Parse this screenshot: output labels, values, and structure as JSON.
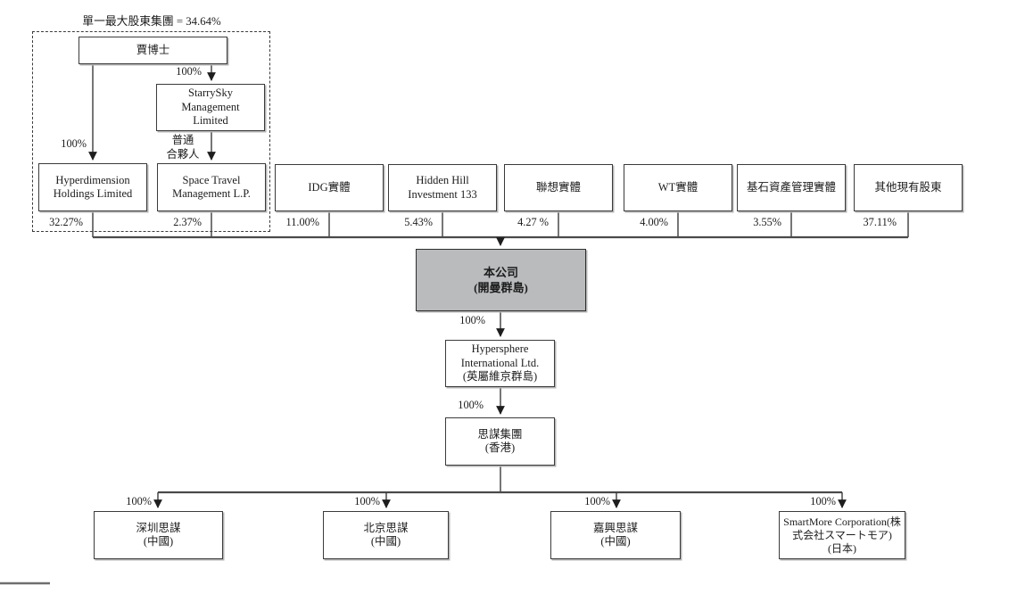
{
  "title_label": "單一最大股東集團 = 34.64%",
  "boxes": {
    "founder": {
      "lines": [
        "賈博士"
      ]
    },
    "starrysky": {
      "lines": [
        "StarrySky",
        "Management",
        "Limited"
      ]
    },
    "hyperdimension": {
      "lines": [
        "Hyperdimension",
        "Holdings Limited"
      ],
      "pct": "32.27%"
    },
    "spacetravel": {
      "lines": [
        "Space Travel",
        "Management L.P."
      ],
      "pct": "2.37%"
    },
    "idg": {
      "lines": [
        "IDG實體"
      ],
      "pct": "11.00%"
    },
    "hiddenhill": {
      "lines": [
        "Hidden Hill",
        "Investment 133"
      ],
      "pct": "5.43%"
    },
    "lenovo": {
      "lines": [
        "聯想實體"
      ],
      "pct": "4.27 %"
    },
    "wt": {
      "lines": [
        "WT實體"
      ],
      "pct": "4.00%"
    },
    "cornerstone": {
      "lines": [
        "基石資產管理實體"
      ],
      "pct": "3.55%"
    },
    "others": {
      "lines": [
        "其他現有股東"
      ],
      "pct": "37.11%"
    },
    "company": {
      "lines": [
        "本公司",
        "(開曼群島)"
      ]
    },
    "hypersphere": {
      "lines": [
        "Hypersphere",
        "International Ltd.",
        "(英屬維京群島)"
      ]
    },
    "smgroup": {
      "lines": [
        "思謀集團",
        "(香港)"
      ]
    },
    "shenzhen": {
      "lines": [
        "深圳思謀",
        "(中國)"
      ]
    },
    "beijing": {
      "lines": [
        "北京思謀",
        "(中國)"
      ]
    },
    "jiaxing": {
      "lines": [
        "嘉興思謀",
        "(中國)"
      ]
    },
    "japan": {
      "lines": [
        "SmartMore Corporation(株",
        "式会社スマートモア)",
        "(日本)"
      ]
    }
  },
  "edge_labels": {
    "founder_to_hyperdimension": "100%",
    "founder_to_starrysky": "100%",
    "general_partner_line1": "普通",
    "general_partner_line2": "合夥人",
    "company_to_hypersphere": "100%",
    "hypersphere_to_smgroup": "100%",
    "smgroup_to_shenzhen": "100%",
    "smgroup_to_beijing": "100%",
    "smgroup_to_jiaxing": "100%",
    "smgroup_to_japan": "100%"
  },
  "colors": {
    "company_fill": "#b9bbbd",
    "line": "#3b3b3b"
  }
}
